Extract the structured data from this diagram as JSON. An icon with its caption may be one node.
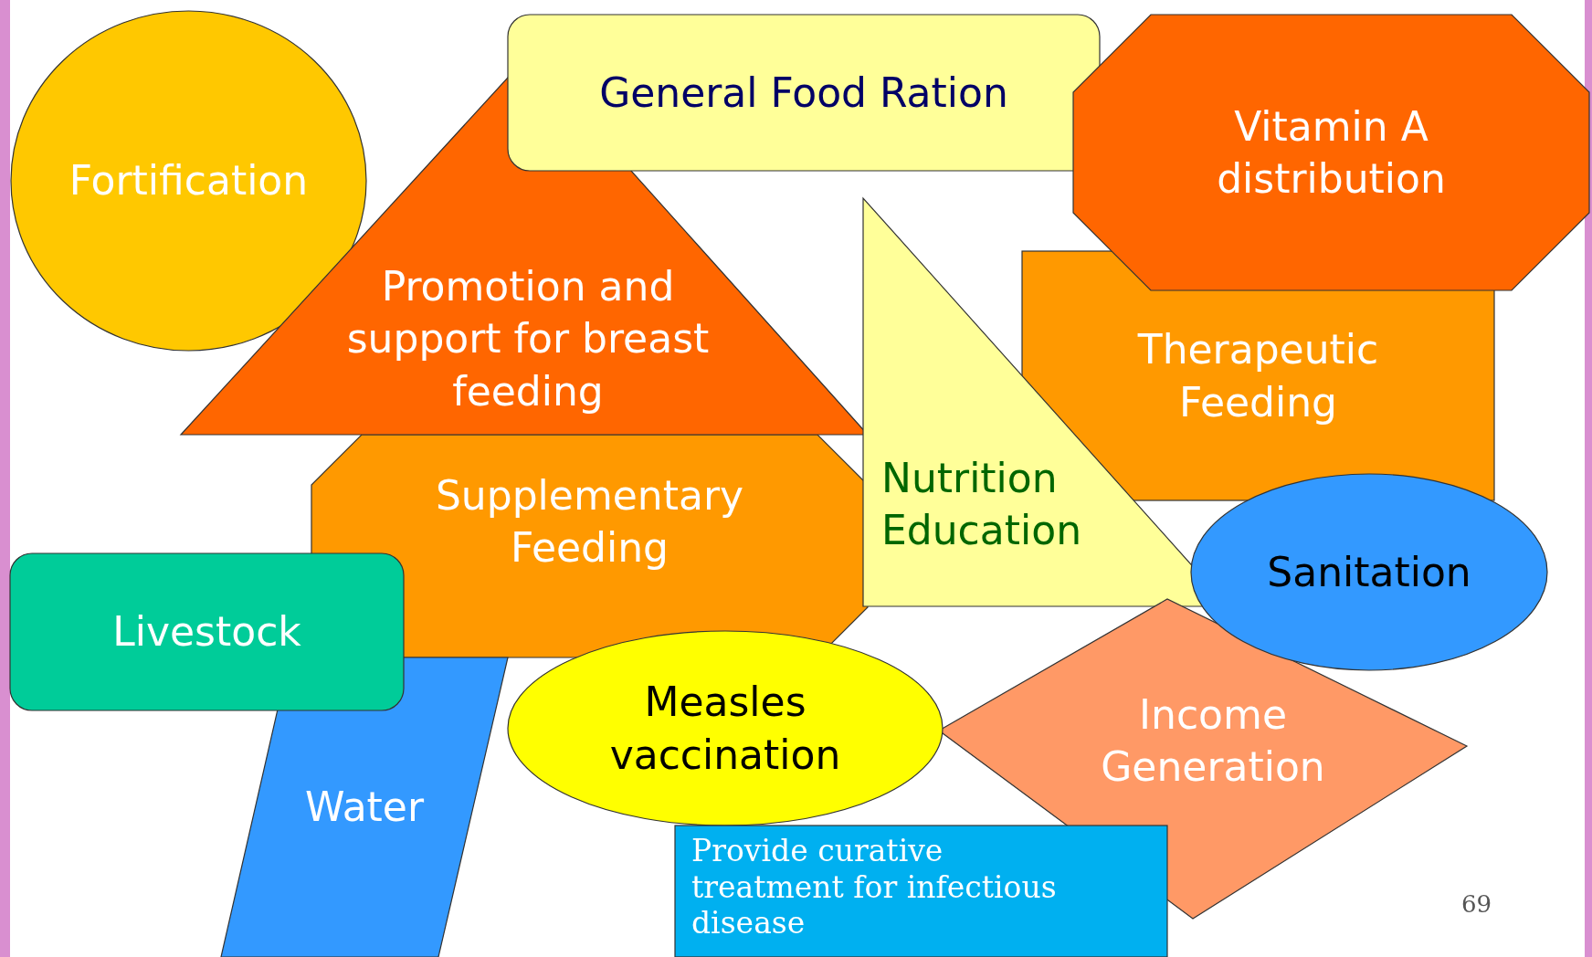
{
  "diagram": {
    "nodes": [
      {
        "text": [
          "Fortification"
        ]
      },
      {
        "text": [
          "General Food Ration"
        ]
      },
      {
        "text": [
          "Vitamin A distribution"
        ]
      },
      {
        "text": [
          "Promotion and support for breast feeding"
        ]
      },
      {
        "text": [
          "Therapeutic Feeding"
        ]
      },
      {
        "text": [
          "Nutrition Education"
        ]
      },
      {
        "text": [
          "Supplementary Feeding"
        ]
      },
      {
        "text": [
          "Sanitation"
        ]
      },
      {
        "text": [
          "Livestock"
        ]
      },
      {
        "text": [
          "Measles vaccination"
        ]
      },
      {
        "text": [
          "Income Generation"
        ]
      },
      {
        "text": [
          "Water"
        ]
      },
      {
        "text": [
          "Provide curative treatment for infectious disease"
        ]
      }
    ],
    "labels": [
      "69"
    ]
  }
}
